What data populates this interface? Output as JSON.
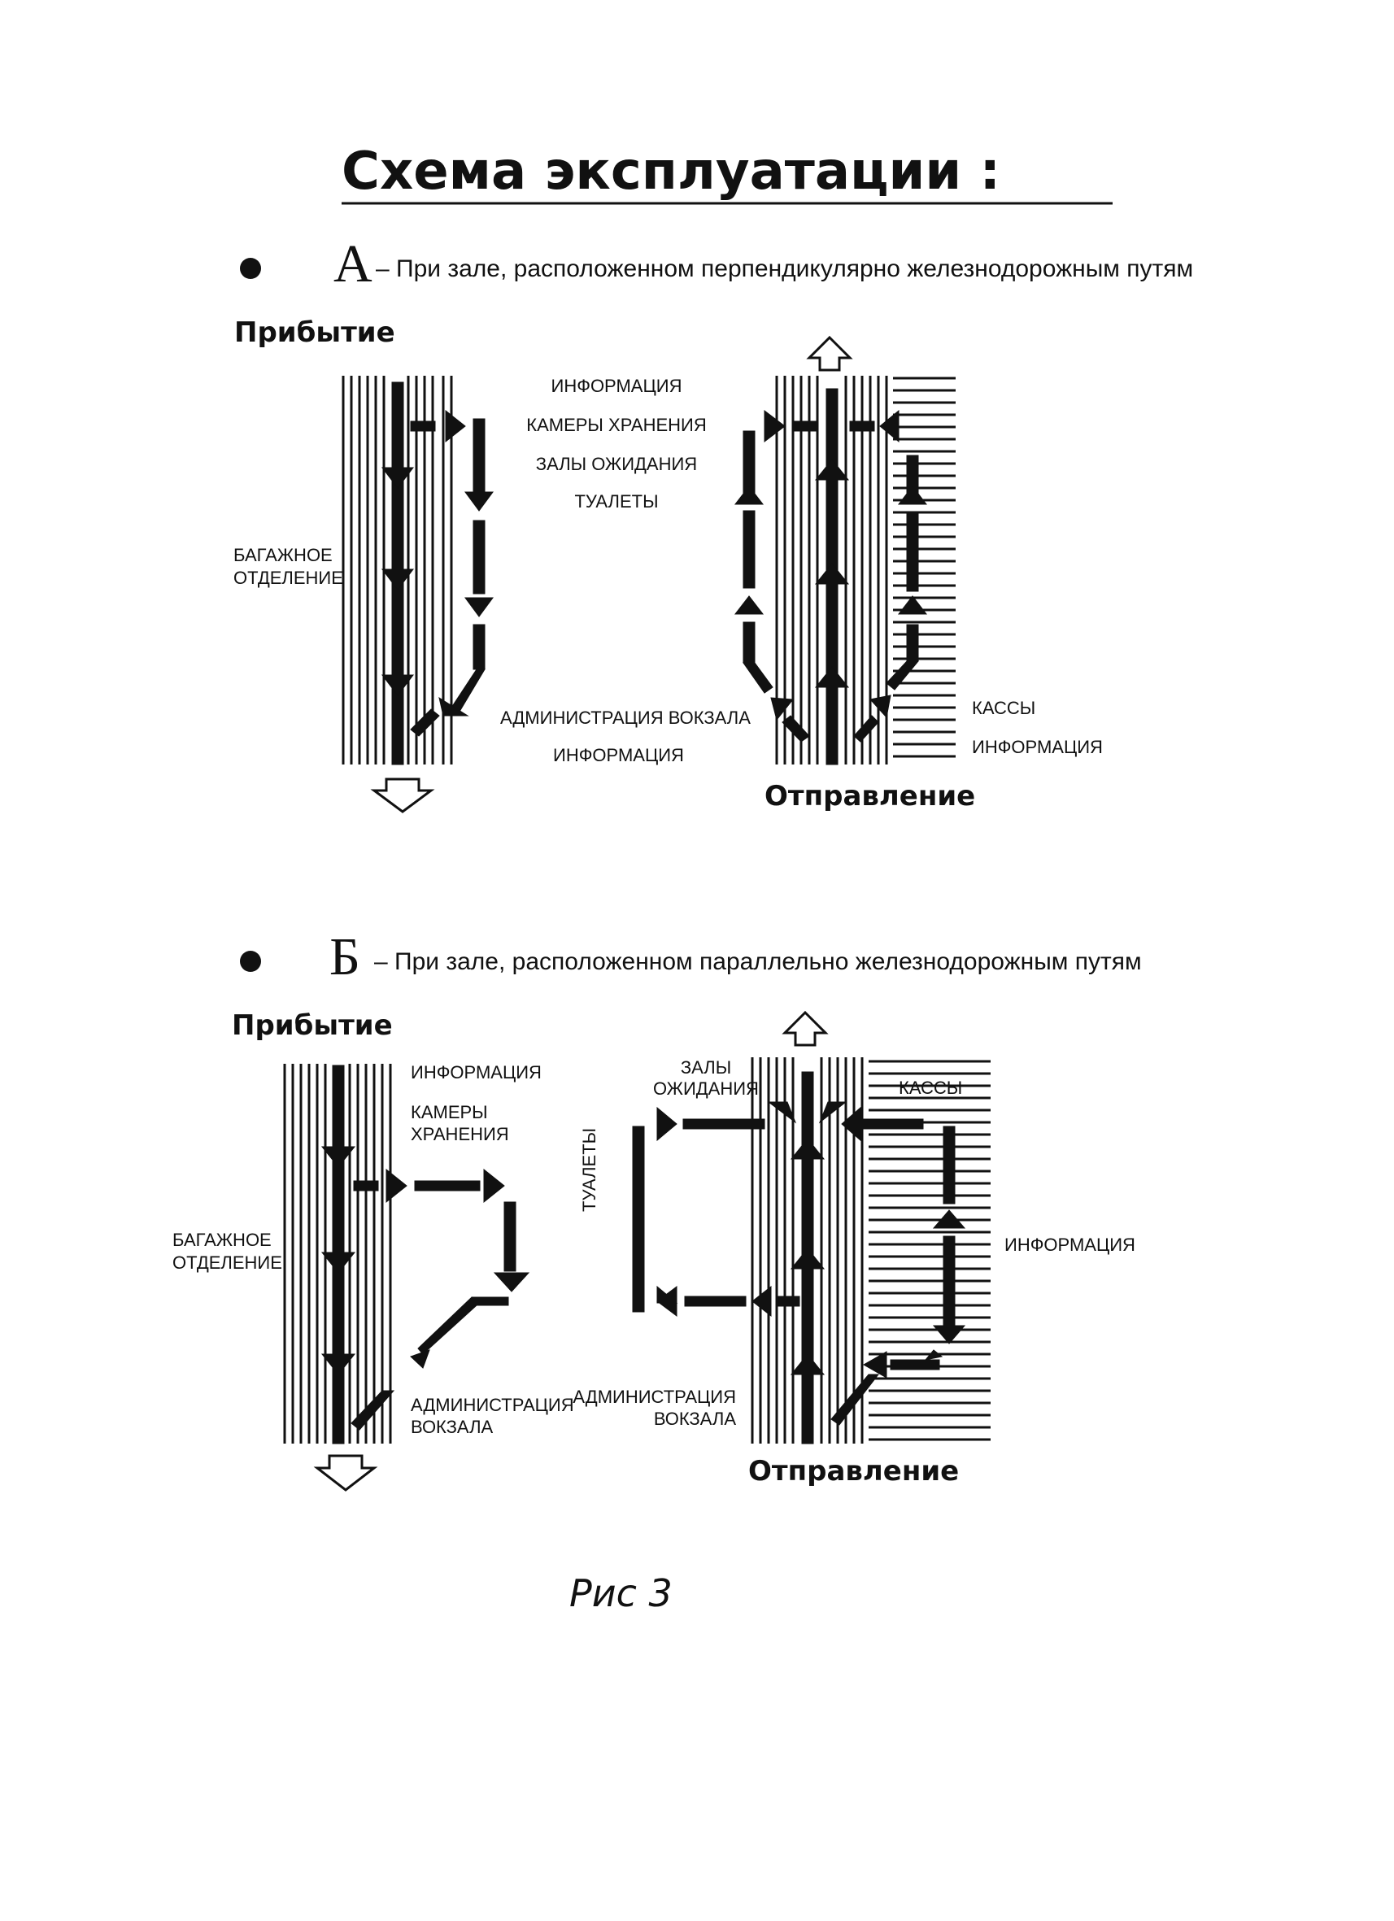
{
  "title": "Схема эксплуатации :",
  "section_a": {
    "letter": "А",
    "text": "– При зале, расположенном перпендикулярно железнодорожным путям",
    "arrival_heading": "Прибытие",
    "departure_heading": "Отправление",
    "left_labels": {
      "baggage_line1": "БАГАЖНОЕ",
      "baggage_line2": "ОТДЕЛЕНИЕ"
    },
    "center_labels": {
      "info": "ИНФОРМАЦИЯ",
      "storage": "КАМЕРЫ ХРАНЕНИЯ",
      "waiting": "ЗАЛЫ ОЖИДАНИЯ",
      "toilets": "ТУАЛЕТЫ",
      "admin": "АДМИНИСТРАЦИЯ ВОКЗАЛА",
      "info2": "ИНФОРМАЦИЯ"
    },
    "right_labels": {
      "cashier": "КАССЫ",
      "info": "ИНФОРМАЦИЯ"
    }
  },
  "section_b": {
    "letter": "Б",
    "text": "– При зале, расположенном параллельно железнодорожным путям",
    "arrival_heading": "Прибытие",
    "departure_heading": "Отправление",
    "left_labels": {
      "baggage_line1": "БАГАЖНОЕ",
      "baggage_line2": "ОТДЕЛЕНИЕ"
    },
    "mid_labels": {
      "info": "ИНФОРМАЦИЯ",
      "storage_line1": "КАМЕРЫ",
      "storage_line2": "ХРАНЕНИЯ",
      "admin_line1": "АДМИНИСТРАЦИЯ",
      "admin_line2": "ВОКЗАЛА"
    },
    "right_labels": {
      "waiting_line1": "ЗАЛЫ",
      "waiting_line2": "ОЖИДАНИЯ",
      "toilets": "ТУАЛЕТЫ",
      "cashier": "КАССЫ",
      "info": "ИНФОРМАЦИЯ",
      "admin_line1": "АДМИНИСТРАЦИЯ",
      "admin_line2": "ВОКЗАЛА"
    }
  },
  "caption": "Рис 3",
  "colors": {
    "ink": "#111111",
    "paper": "#ffffff"
  }
}
